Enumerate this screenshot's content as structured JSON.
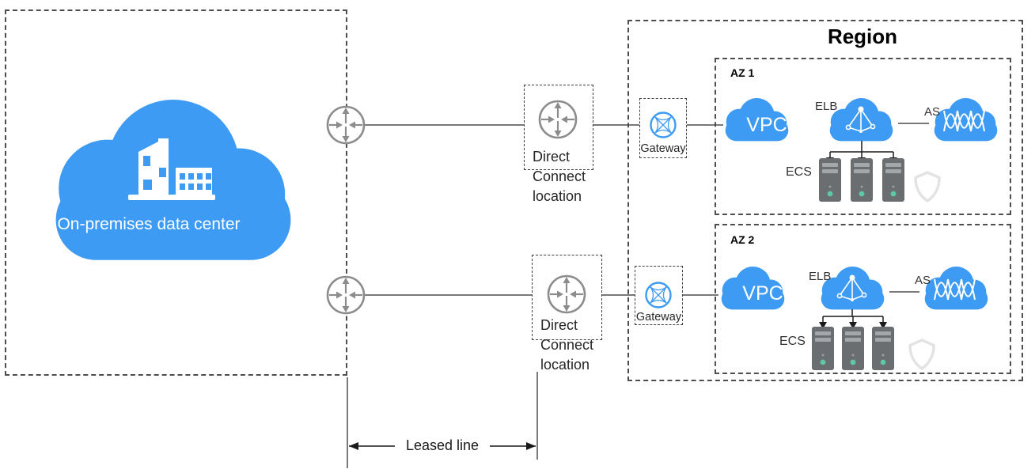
{
  "on_premises": {
    "label": "On-premises data center"
  },
  "direct_connect": [
    {
      "lines": [
        "Direct",
        "Connect",
        "location"
      ]
    },
    {
      "lines": [
        "Direct",
        "Connect",
        "location"
      ]
    }
  ],
  "gateways": [
    {
      "label": "Gateway"
    },
    {
      "label": "Gateway"
    }
  ],
  "leased_line": {
    "label": "Leased line"
  },
  "region": {
    "title": "Region",
    "azs": [
      {
        "name": "AZ 1",
        "vpc": "VPC",
        "elb": "ELB",
        "as": "AS",
        "ecs": "ECS"
      },
      {
        "name": "AZ 2",
        "vpc": "VPC",
        "elb": "ELB",
        "as": "AS",
        "ecs": "ECS"
      }
    ]
  },
  "icons": {
    "router": "router-circle-arrows",
    "gateway": "gateway-sphere",
    "vpc": "cloud",
    "elb": "load-balancer-pyramid-cloud",
    "as": "auto-scaling-waves-cloud",
    "ecs": "server-tower",
    "security": "shield-outline",
    "on_premises": "data-center-building-cloud"
  },
  "colors": {
    "cloud_blue": "#3E9BF3",
    "line_gray": "#4D4D4D",
    "router_gray": "#8C8C8C",
    "server_gray": "#6A6E70",
    "server_bar_gray": "#A3A7AA",
    "led_green": "#5FC9A4",
    "shield_gray": "#E3E3E3",
    "arrow_black": "#1A1A1A"
  }
}
